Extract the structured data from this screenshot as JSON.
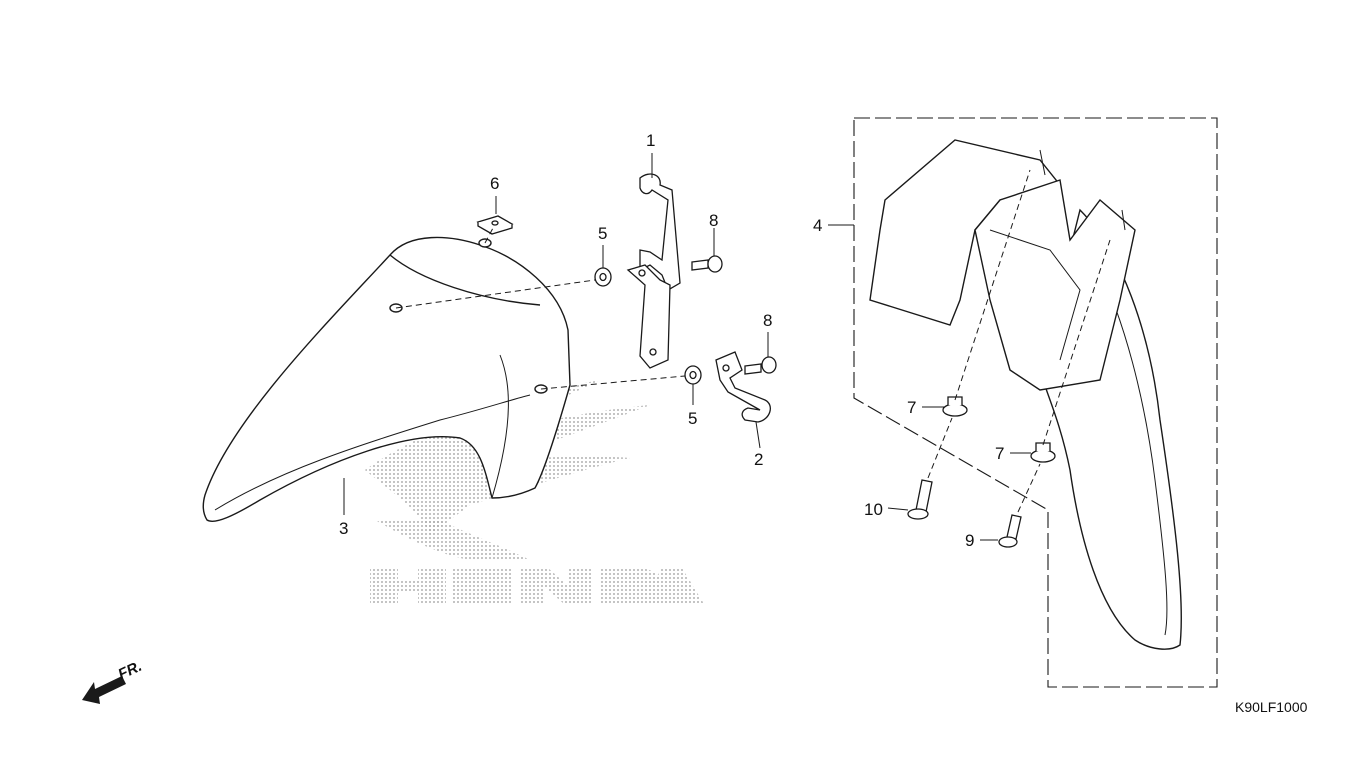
{
  "diagram": {
    "callouts": [
      {
        "id": "c1",
        "label": "1"
      },
      {
        "id": "c2",
        "label": "2"
      },
      {
        "id": "c3",
        "label": "3"
      },
      {
        "id": "c4",
        "label": "4"
      },
      {
        "id": "c5a",
        "label": "5"
      },
      {
        "id": "c5b",
        "label": "5"
      },
      {
        "id": "c6",
        "label": "6"
      },
      {
        "id": "c7a",
        "label": "7"
      },
      {
        "id": "c7b",
        "label": "7"
      },
      {
        "id": "c8a",
        "label": "8"
      },
      {
        "id": "c8b",
        "label": "8"
      },
      {
        "id": "c9",
        "label": "9"
      },
      {
        "id": "c10",
        "label": "10"
      }
    ],
    "direction_label": "FR.",
    "diagram_code": "K90LF1000",
    "watermark": "HONDA",
    "colors": {
      "line": "#1a1a1a",
      "watermark_dots": "#9a9a9a"
    }
  }
}
